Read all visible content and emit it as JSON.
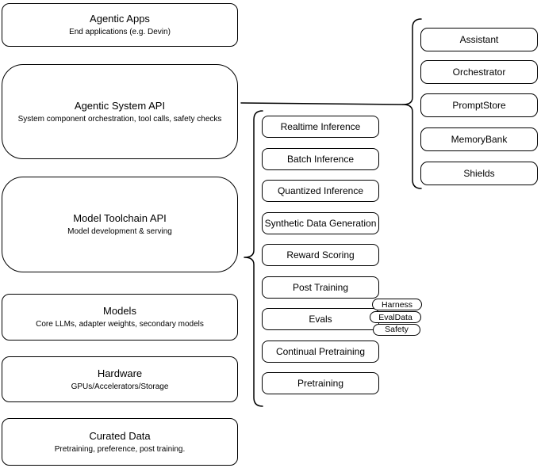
{
  "left_stack": [
    {
      "title": "Agentic Apps",
      "subtitle": "End applications (e.g. Devin)"
    },
    {
      "title": "Agentic System API",
      "subtitle": "System component orchestration, tool calls, safety checks"
    },
    {
      "title": "Model Toolchain API",
      "subtitle": "Model development & serving"
    },
    {
      "title": "Models",
      "subtitle": "Core LLMs, adapter weights, secondary models"
    },
    {
      "title": "Hardware",
      "subtitle": "GPUs/Accelerators/Storage"
    },
    {
      "title": "Curated Data",
      "subtitle": "Pretraining, preference, post training."
    }
  ],
  "toolchain_items": [
    {
      "label": "Realtime Inference"
    },
    {
      "label": "Batch Inference"
    },
    {
      "label": "Quantized Inference"
    },
    {
      "label": "Synthetic Data Generation"
    },
    {
      "label": "Reward Scoring"
    },
    {
      "label": "Post Training"
    },
    {
      "label": "Evals"
    },
    {
      "label": "Continual Pretraining"
    },
    {
      "label": "Pretraining"
    }
  ],
  "evals_pills": [
    {
      "label": "Harness"
    },
    {
      "label": "EvalData"
    },
    {
      "label": "Safety"
    }
  ],
  "system_components": [
    {
      "label": "Assistant"
    },
    {
      "label": "Orchestrator"
    },
    {
      "label": "PromptStore"
    },
    {
      "label": "MemoryBank"
    },
    {
      "label": "Shields"
    }
  ],
  "colors": {
    "stroke": "#000000",
    "fill": "#ffffff",
    "text": "#000000",
    "background": "#ffffff"
  }
}
